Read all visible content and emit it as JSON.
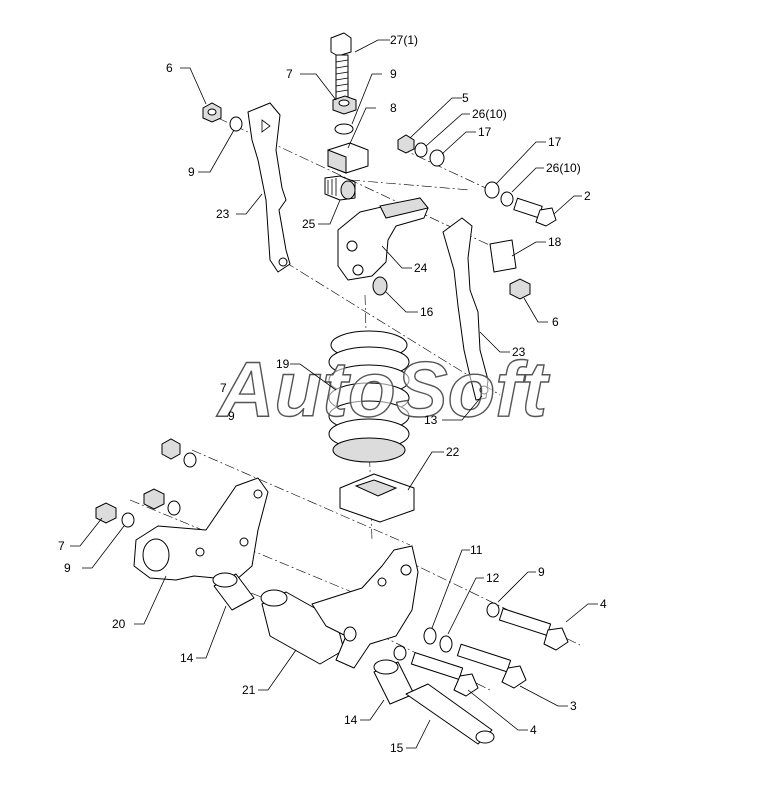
{
  "watermark": {
    "text": "AutoSoft"
  },
  "callouts": [
    {
      "id": "c-27-1",
      "text": "27(1)"
    },
    {
      "id": "c-6-top",
      "text": "6"
    },
    {
      "id": "c-7-top",
      "text": "7"
    },
    {
      "id": "c-9-top",
      "text": "9"
    },
    {
      "id": "c-9-left",
      "text": "9"
    },
    {
      "id": "c-8",
      "text": "8"
    },
    {
      "id": "c-5",
      "text": "5"
    },
    {
      "id": "c-26-10-a",
      "text": "26(10)"
    },
    {
      "id": "c-17-a",
      "text": "17"
    },
    {
      "id": "c-17-b",
      "text": "17"
    },
    {
      "id": "c-26-10-b",
      "text": "26(10)"
    },
    {
      "id": "c-2",
      "text": "2"
    },
    {
      "id": "c-18",
      "text": "18"
    },
    {
      "id": "c-23-left",
      "text": "23"
    },
    {
      "id": "c-25",
      "text": "25"
    },
    {
      "id": "c-24",
      "text": "24"
    },
    {
      "id": "c-16",
      "text": "16"
    },
    {
      "id": "c-6-right",
      "text": "6"
    },
    {
      "id": "c-23-right",
      "text": "23"
    },
    {
      "id": "c-19",
      "text": "19"
    },
    {
      "id": "c-13",
      "text": "13"
    },
    {
      "id": "c-7-mid",
      "text": "7"
    },
    {
      "id": "c-9-mid",
      "text": "9"
    },
    {
      "id": "c-22",
      "text": "22"
    },
    {
      "id": "c-7-low",
      "text": "7"
    },
    {
      "id": "c-9-low",
      "text": "9"
    },
    {
      "id": "c-20",
      "text": "20"
    },
    {
      "id": "c-11",
      "text": "11"
    },
    {
      "id": "c-12",
      "text": "12"
    },
    {
      "id": "c-9-right",
      "text": "9"
    },
    {
      "id": "c-4-right",
      "text": "4"
    },
    {
      "id": "c-14-left",
      "text": "14"
    },
    {
      "id": "c-21",
      "text": "21"
    },
    {
      "id": "c-3",
      "text": "3"
    },
    {
      "id": "c-14-bottom",
      "text": "14"
    },
    {
      "id": "c-4-bottom",
      "text": "4"
    },
    {
      "id": "c-15",
      "text": "15"
    }
  ]
}
